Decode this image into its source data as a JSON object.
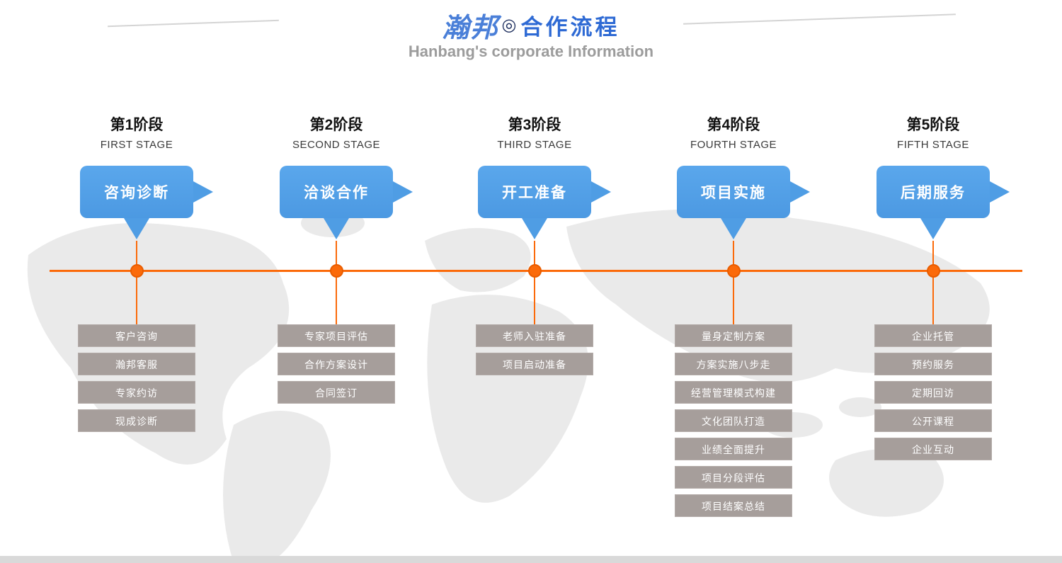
{
  "header": {
    "brand": "瀚邦",
    "symbol": "◎",
    "title": "合作流程",
    "subtitle": "Hanbang's corporate Information"
  },
  "colors": {
    "title_blue": "#2e6ad4",
    "brand_blue": "#4a7fd8",
    "bubble_blue": "#4f9de4",
    "timeline_orange": "#fb6a0a",
    "item_gray": "#a69e9b",
    "subtitle_gray": "#9c9c9c"
  },
  "stages": [
    {
      "stage_label": "第1阶段",
      "stage_label_en": "FIRST STAGE",
      "bubble": "咨询诊断",
      "items": [
        "客户咨询",
        "瀚邦客服",
        "专家约访",
        "现成诊断"
      ]
    },
    {
      "stage_label": "第2阶段",
      "stage_label_en": "SECOND STAGE",
      "bubble": "洽谈合作",
      "items": [
        "专家项目评估",
        "合作方案设计",
        "合同签订"
      ]
    },
    {
      "stage_label": "第3阶段",
      "stage_label_en": "THIRD STAGE",
      "bubble": "开工准备",
      "items": [
        "老师入驻准备",
        "项目启动准备"
      ]
    },
    {
      "stage_label": "第4阶段",
      "stage_label_en": "FOURTH STAGE",
      "bubble": "项目实施",
      "items": [
        "量身定制方案",
        "方案实施八步走",
        "经营管理模式构建",
        "文化团队打造",
        "业绩全面提升",
        "项目分段评估",
        "项目结案总结"
      ]
    },
    {
      "stage_label": "第5阶段",
      "stage_label_en": "FIFTH STAGE",
      "bubble": "后期服务",
      "items": [
        "企业托管",
        "预约服务",
        "定期回访",
        "公开课程",
        "企业互动"
      ]
    }
  ]
}
